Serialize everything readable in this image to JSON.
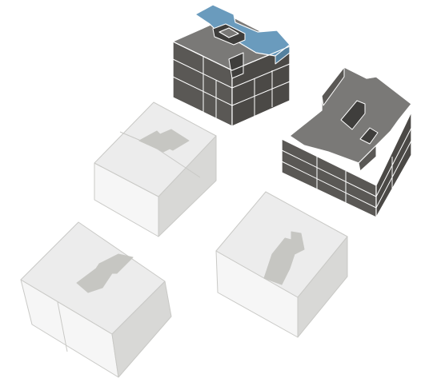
{
  "colors": {
    "background": "#ffffff",
    "dark_top": "#7a7977",
    "dark_left": "#5a5855",
    "dark_right": "#4b4946",
    "dark_edge": "#ffffff",
    "blue_top": "#6a9bbd",
    "blue_side": "#54819f",
    "void_top": "#3f3e3c",
    "white_top": "#ececec",
    "white_left": "#f6f6f6",
    "white_right": "#d8d8d6",
    "white_cut": "#c6c6c2",
    "white_edge": "#c9c9c6"
  },
  "diagram": {
    "view": "axonometric",
    "modules": [
      {
        "name": "dark-module-blue-top",
        "style": "dark",
        "accent_top": "blue"
      },
      {
        "name": "dark-module-grey-top",
        "style": "dark",
        "accent_top": "none"
      },
      {
        "name": "white-cube-1",
        "style": "white",
        "cut": "vertical-zigzag"
      },
      {
        "name": "white-cube-2",
        "style": "white",
        "cut": "vertical-zigzag"
      },
      {
        "name": "white-cube-3",
        "style": "white",
        "cut": "vertical-zigzag"
      }
    ]
  }
}
